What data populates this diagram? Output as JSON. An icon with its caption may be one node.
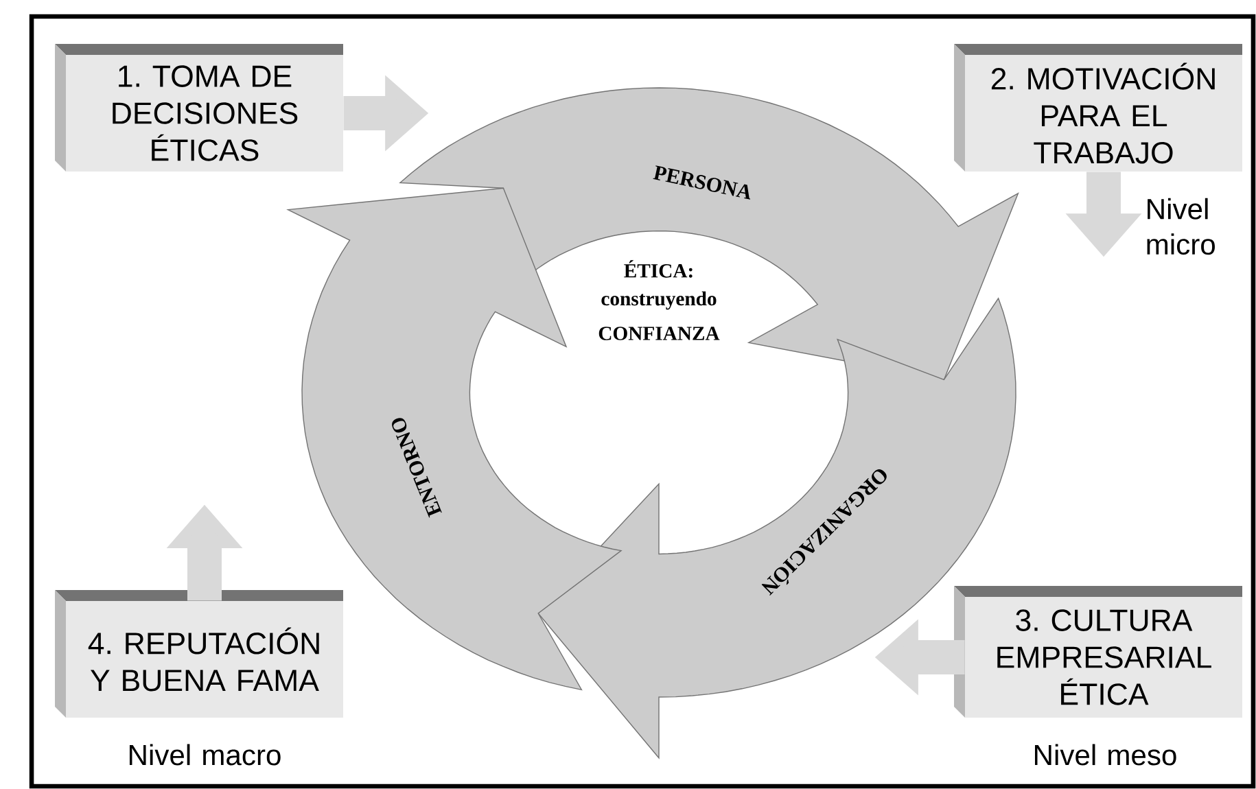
{
  "diagram": {
    "nodes": [
      {
        "text": [
          "1. TOMA DE DECISIONES ÉTICAS"
        ]
      },
      {
        "text": [
          "2. MOTIVACIÓN PARA EL TRABAJO"
        ],
        "beside": [
          "Nivel micro"
        ]
      },
      {
        "text": [
          "3. CULTURA EMPRESARIAL ÉTICA"
        ],
        "beside": [
          "Nivel meso"
        ]
      },
      {
        "text": [
          "4. REPUTACIÓN Y BUENA FAMA"
        ],
        "beside": [
          "Nivel macro"
        ]
      },
      {
        "text": [
          "PERSONA"
        ]
      },
      {
        "text": [
          "ORGANIZACIÓN"
        ]
      },
      {
        "text": [
          "ENTORNO"
        ]
      }
    ],
    "edges": [
      {
        "from": 0,
        "to": null,
        "arrow": "to"
      },
      {
        "from": 1,
        "to": null,
        "arrow": "to"
      },
      {
        "from": 2,
        "to": 5,
        "arrow": "to"
      },
      {
        "from": 3,
        "to": null,
        "arrow": "to"
      }
    ],
    "labels": [
      "ÉTICA:",
      "construyendo",
      "CONFIANZA"
    ]
  }
}
